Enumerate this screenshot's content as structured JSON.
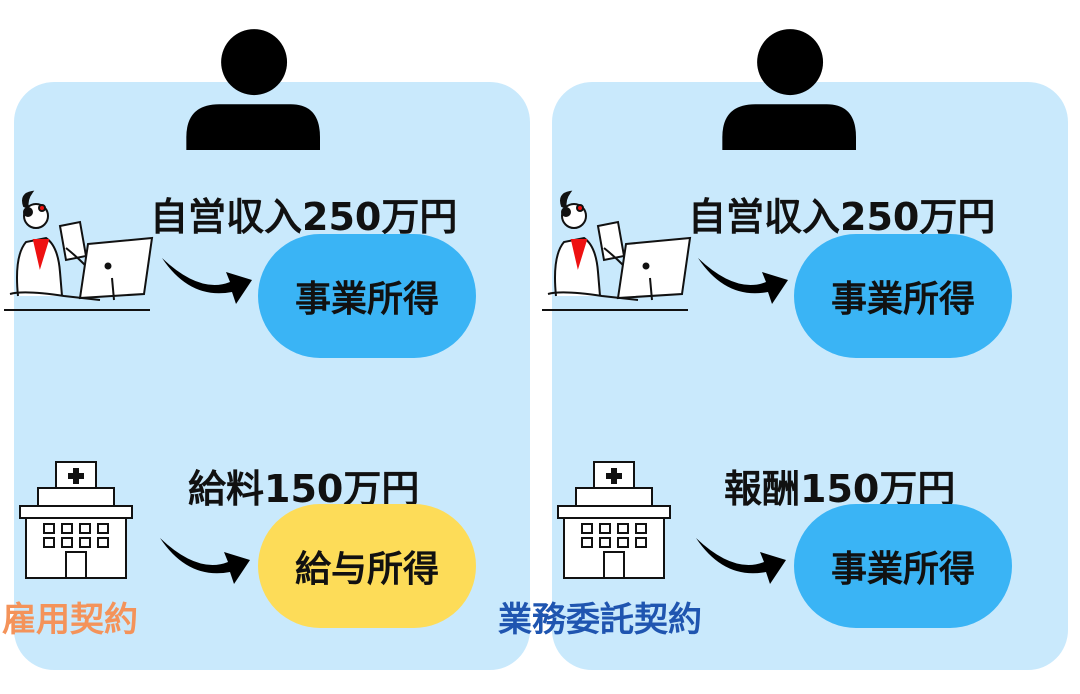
{
  "colors": {
    "panel_bg": "#c9e9fc",
    "business_pill": "#3ab4f5",
    "salary_pill": "#fddc58",
    "employment_label": "#f4935a",
    "outsourcing_label": "#1f55b0"
  },
  "left_panel": {
    "contract_label": "雇用契約",
    "top_row": {
      "income_label": "自営収入250万円",
      "income_type": "事業所得",
      "icon": "woman-at-computer-icon"
    },
    "bottom_row": {
      "income_label": "給料150万円",
      "income_type": "給与所得",
      "icon": "hospital-icon"
    }
  },
  "right_panel": {
    "contract_label": "業務委託契約",
    "top_row": {
      "income_label": "自営収入250万円",
      "income_type": "事業所得",
      "icon": "woman-at-computer-icon"
    },
    "bottom_row": {
      "income_label": "報酬150万円",
      "income_type": "事業所得",
      "icon": "hospital-icon"
    }
  }
}
